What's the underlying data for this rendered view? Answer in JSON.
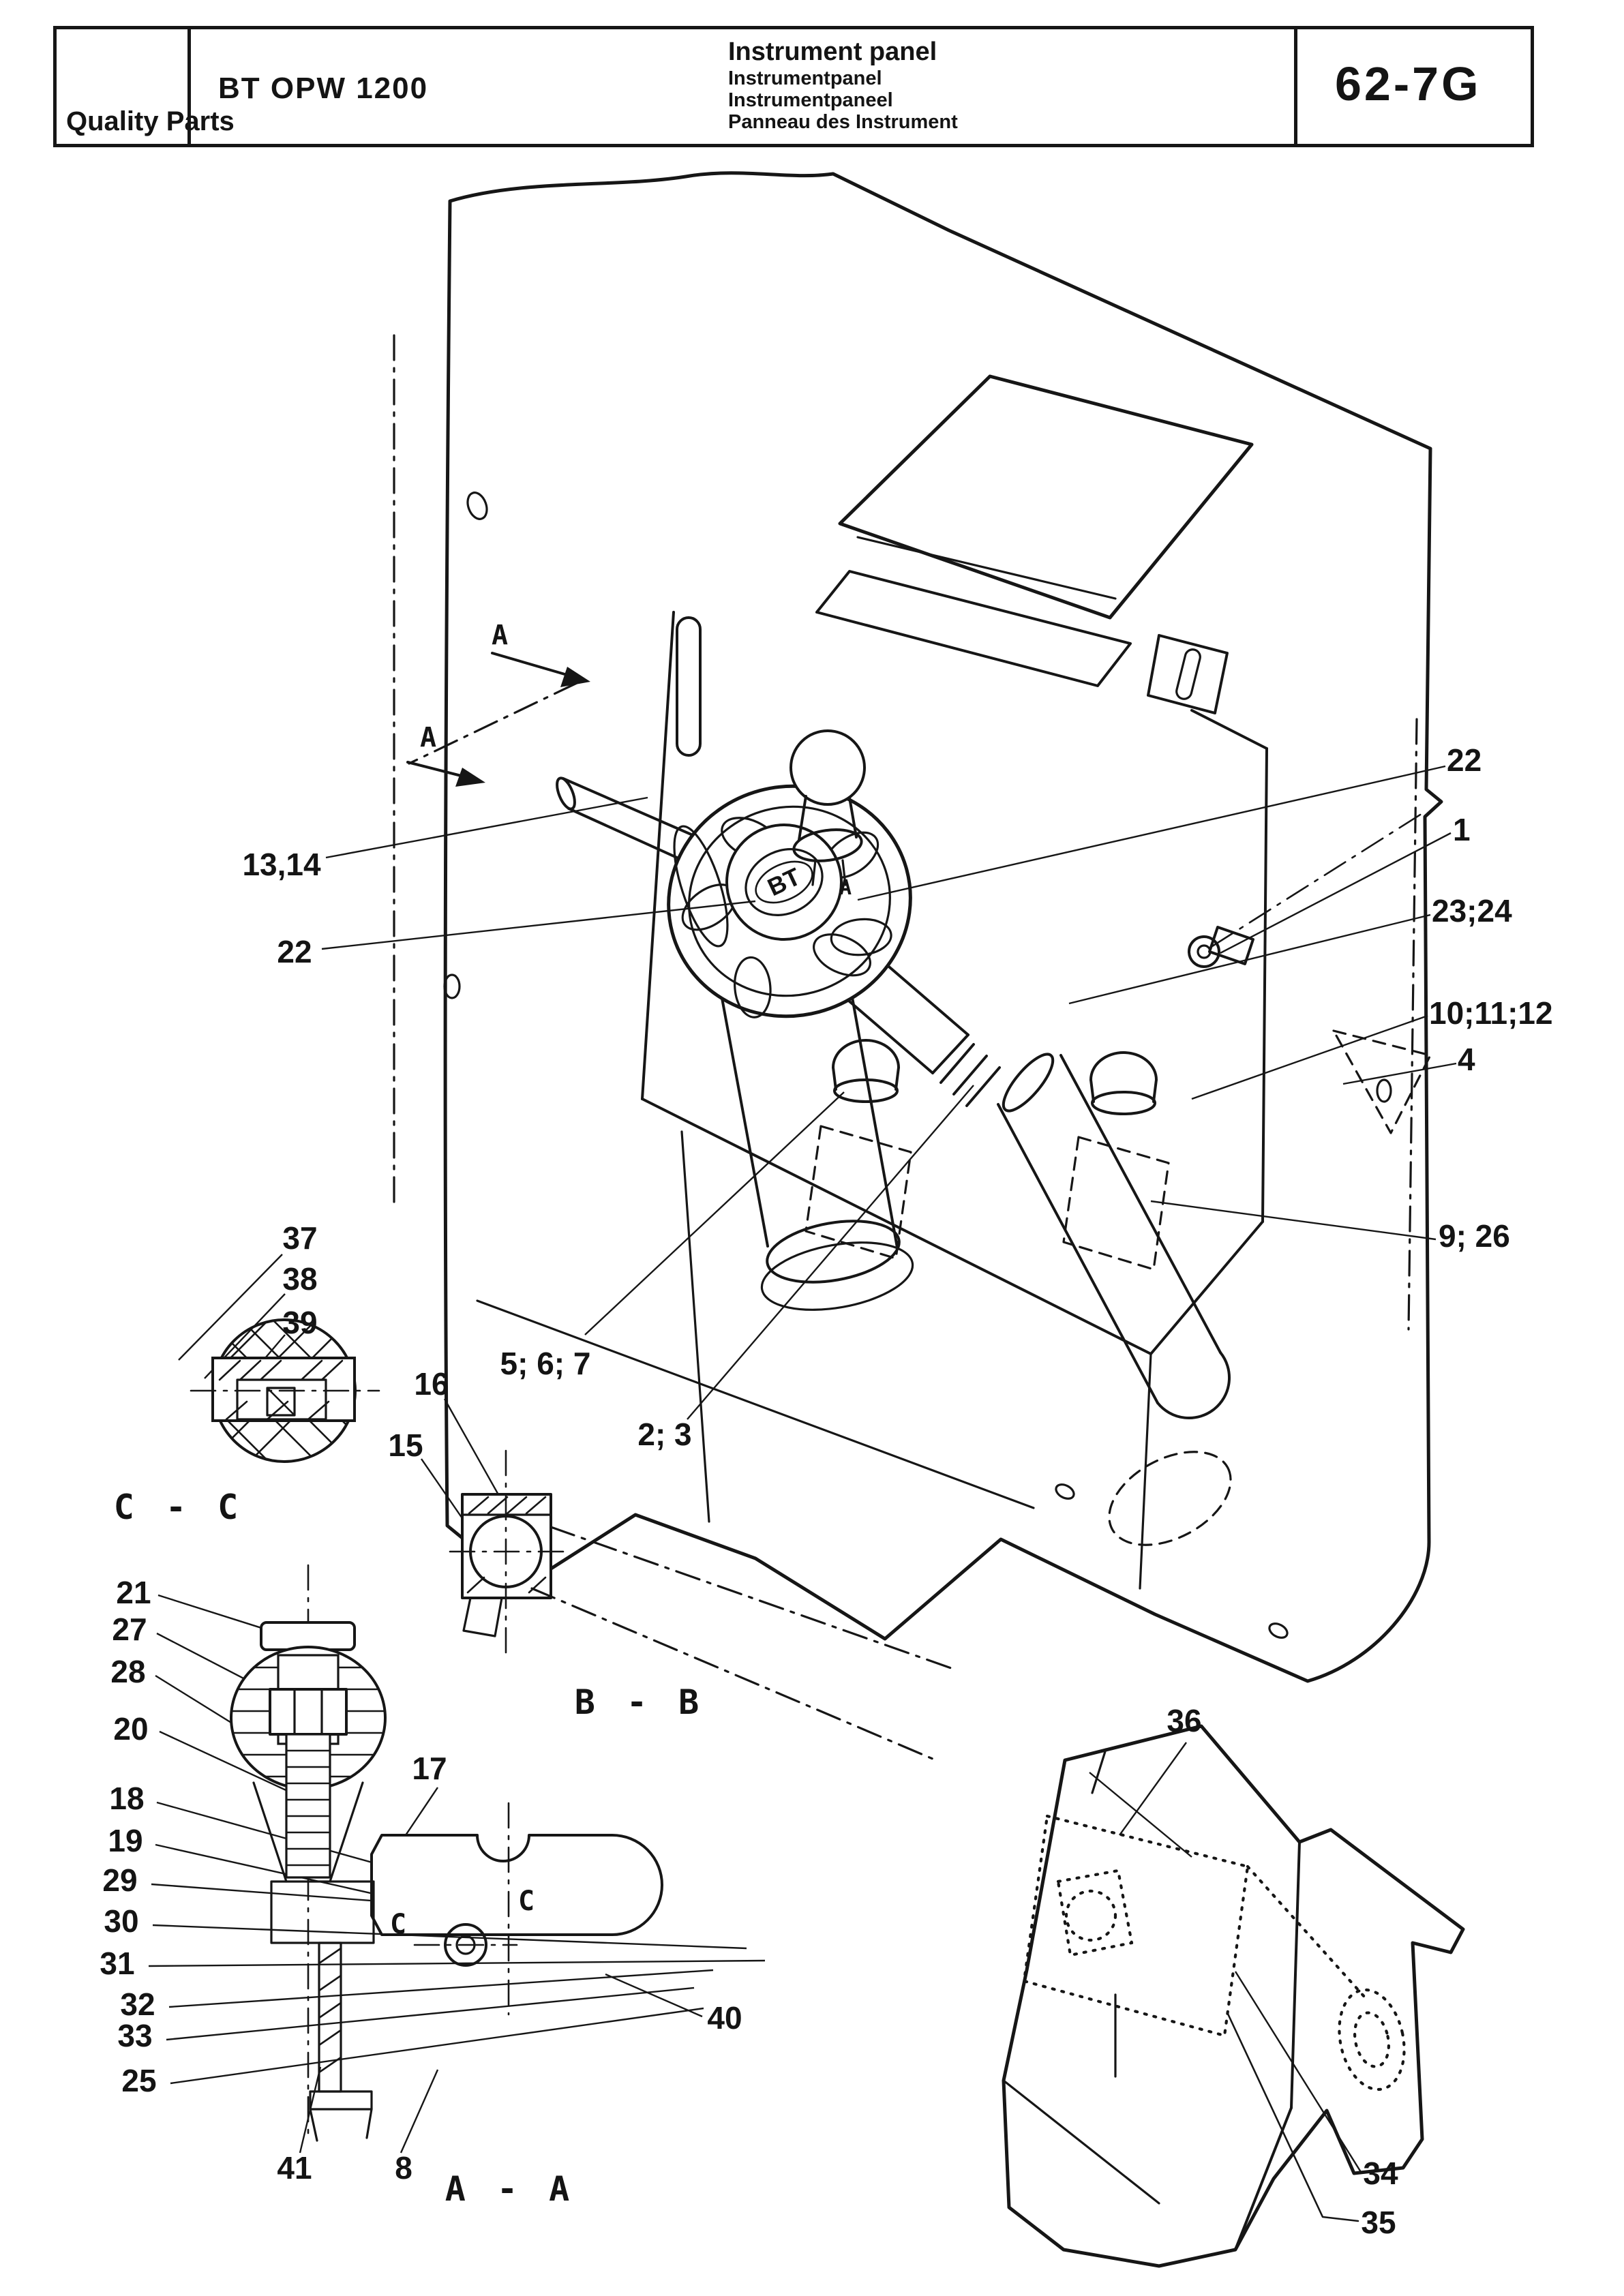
{
  "header": {
    "logo": "Quality Parts",
    "model": "BT OPW 1200",
    "title": "Instrument panel",
    "subtitles": [
      "Instrumentpanel",
      "Instrumentpaneel",
      "Panneau des Instrument"
    ],
    "page_code": "62-7G"
  },
  "drawing": {
    "hub_logo": "BT",
    "section_views": {
      "aa": "A - A",
      "bb": "B - B",
      "cc": "C - C"
    },
    "view_marks": {
      "a_top": "A",
      "a_bottom": "A",
      "a_wheel": "A",
      "c_left": "C",
      "c_right": "C"
    },
    "callouts": {
      "n1": "1",
      "n2_3": "2; 3",
      "n4": "4",
      "n5_6_7": "5; 6; 7",
      "n8": "8",
      "n9_26": "9; 26",
      "n10_11_12": "10;11;12",
      "n13_14": "13,14",
      "n15": "15",
      "n16": "16",
      "n17": "17",
      "n18": "18",
      "n19": "19",
      "n20": "20",
      "n21": "21",
      "n22_left": "22",
      "n22_right": "22",
      "n23_24": "23;24",
      "n25": "25",
      "n27": "27",
      "n28": "28",
      "n29": "29",
      "n30": "30",
      "n31": "31",
      "n32": "32",
      "n33": "33",
      "n34": "34",
      "n35": "35",
      "n36": "36",
      "n37": "37",
      "n38": "38",
      "n39": "39",
      "n40": "40",
      "n41": "41"
    }
  }
}
